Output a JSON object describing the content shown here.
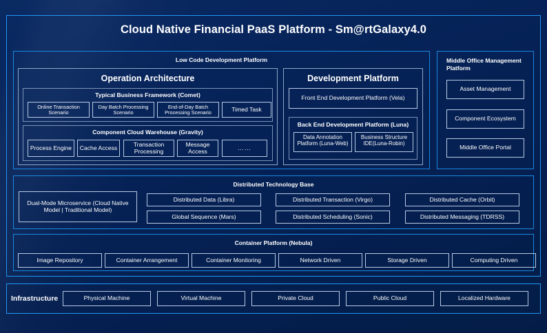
{
  "title": "Cloud Native Financial PaaS Platform - Sm@rtGalaxy4.0",
  "colors": {
    "background": "#052155",
    "accent_border": "#2196f3",
    "panel_border": "#1b88e0",
    "chip_border": "#b9cbe4",
    "text": "#ffffff"
  },
  "low_code": {
    "header": "Low Code Development Platform",
    "operation_architecture": {
      "header": "Operation Architecture",
      "typical_business_framework": {
        "header": "Typical Business Framework (Comet)",
        "items": [
          "Online Transaction Scenario",
          "Day Batch Processing Scenario",
          "End-of-Day Batch Processing Scenario",
          "Timed Task"
        ]
      },
      "component_cloud_warehouse": {
        "header": "Component Cloud Warehouse (Gravity)",
        "items": [
          "Process Engine",
          "Cache Access",
          "Transaction Processing",
          "Message Access",
          "……"
        ]
      }
    },
    "development_platform": {
      "header": "Development Platform",
      "front_end": "Front End Development Platform (Vela)",
      "back_end": {
        "header": "Back End Development Platform (Luna)",
        "items": [
          "Data Annotation Platform (Luna-Web)",
          "Business Structure IDE(Luna-Robin)"
        ]
      }
    }
  },
  "middle_office": {
    "header": "Middle Office Management Platform",
    "items": [
      "Asset Management",
      "Component Ecosystem",
      "Middle Office Portal"
    ]
  },
  "distributed_base": {
    "header": "Distributed Technology Base",
    "highlight": "Dual-Mode Microservice (Cloud Native Model | Traditional Model)",
    "items": [
      "Distributed Data (Libra)",
      "Global Sequence (Mars)",
      "Distributed Transaction (Virgo)",
      "Distributed Scheduling (Sonic)",
      "Distributed Cache (Orbit)",
      "Distributed Messaging (TDRSS)"
    ]
  },
  "container_platform": {
    "header": "Container Platform (Nebula)",
    "items": [
      "Image Repository",
      "Container Arrangement",
      "Container Monitoring",
      "Network Driven",
      "Storage Driven",
      "Computing Driven"
    ]
  },
  "infrastructure": {
    "label": "Infrastructure",
    "items": [
      "Physical Machine",
      "Virtual Machine",
      "Private Cloud",
      "Public Cloud",
      "Localized Hardware"
    ]
  }
}
